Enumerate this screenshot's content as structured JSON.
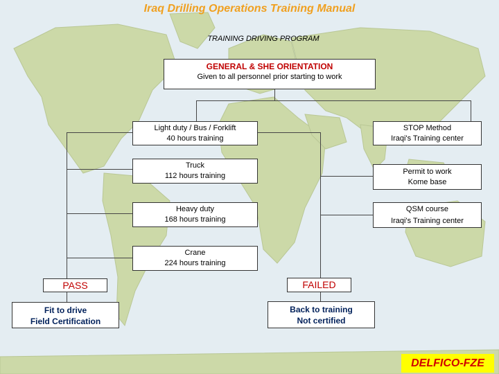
{
  "slide": {
    "title": "Iraq Drilling Operations Training Manual",
    "subtitle": "TRAINING DRIVING PROGRAM",
    "logo": "DELFICO-FZE",
    "colors": {
      "title": "#f0a020",
      "accent_red": "#c00000",
      "logo_bg": "#ffff00"
    }
  },
  "orientation": {
    "title": "GENERAL & SHE ORIENTATION",
    "desc": "Given to all personnel prior starting to work"
  },
  "left_column": [
    {
      "line1": "Light duty / Bus / Forklift",
      "line2": "40 hours training"
    },
    {
      "line1": "Truck",
      "line2": "112 hours training"
    },
    {
      "line1": "Heavy duty",
      "line2": "168 hours training"
    },
    {
      "line1": "Crane",
      "line2": "224 hours training"
    }
  ],
  "right_column": [
    {
      "line1": "STOP Method",
      "line2": "Iraqi's Training center"
    },
    {
      "line1": "Permit to work",
      "line2": "Kome base"
    },
    {
      "line1": "QSM course",
      "line2": "Iraqi's Training center"
    }
  ],
  "pass": {
    "label": "PASS",
    "line1": "Fit to drive",
    "line2": "Field Certification"
  },
  "failed": {
    "label": "FAILED",
    "line1": "Back to training",
    "line2": "Not certified"
  }
}
